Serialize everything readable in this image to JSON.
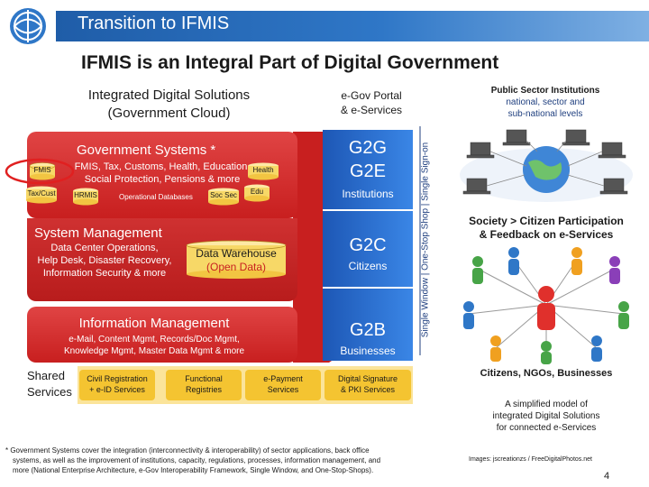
{
  "header": {
    "title": "Transition to IFMIS"
  },
  "main_title": "IFMIS is an Integral Part of Digital Government",
  "left_panel": {
    "title_line1": "Integrated Digital Solutions",
    "title_line2": "(Government Cloud)",
    "government_systems": {
      "title": "Government Systems *",
      "desc_line1": "FMIS, Tax, Customs, Health, Education,",
      "desc_line2": "Social Protection, Pensions & more",
      "db_fmis": "FMIS",
      "db_taxcust": "Tax/Cust",
      "db_hrmis": "HRMIS",
      "operational_databases": "Operational Databases",
      "db_socsec": "Soc Sec",
      "db_health": "Health",
      "db_edu": "Edu"
    },
    "system_management": {
      "title": "System Management",
      "line1": "Data Center Operations,",
      "line2": "Help Desk, Disaster Recovery,",
      "line3": "Information Security & more"
    },
    "data_warehouse": {
      "line1": "Data Warehouse",
      "line2": "(Open Data)"
    },
    "information_management": {
      "title": "Information Management",
      "line1": "e-Mail, Content Mgmt, Records/Doc Mgmt,",
      "line2": "Knowledge Mgmt, Master Data Mgmt & more"
    },
    "shared_services": {
      "label_line1": "Shared",
      "label_line2": "Services",
      "items": [
        {
          "line1": "Civil Registration",
          "line2": "+ e-ID Services"
        },
        {
          "line1": "Functional",
          "line2": "Registries"
        },
        {
          "line1": "e-Payment",
          "line2": "Services"
        },
        {
          "line1": "Digital Signature",
          "line2": "& PKI Services"
        }
      ]
    }
  },
  "egov_portal": {
    "title_line1": "e-Gov Portal",
    "title_line2": "& e-Services",
    "g2g": "G2G",
    "g2e": "G2E",
    "institutions": "Institutions",
    "g2c": "G2C",
    "citizens": "Citizens",
    "g2b": "G2B",
    "businesses": "Businesses",
    "vertical_label": "Single Window | One-Stop Shop | Single Sign-on"
  },
  "right_panel": {
    "public_sector_title": "Public Sector Institutions",
    "public_sector_sub_line1": "national, sector and",
    "public_sector_sub_line2": "sub-national levels",
    "society_line1": "Society > Citizen Participation",
    "society_line2": "& Feedback on e-Services",
    "people_caption": "Citizens, NGOs, Businesses",
    "model_caption_line1": "A simplified model of",
    "model_caption_line2": "integrated Digital Solutions",
    "model_caption_line3": "for connected e-Services",
    "images_credit": "Images: jscreationzs / FreeDigitalPhotos.net",
    "page_number": "4"
  },
  "footnote": {
    "line1": "* Government Systems cover the integration (interconnectivity & interoperability) of sector applications, back office",
    "line2": "systems, as well as the improvement of institutions, capacity, regulations, processes, information management, and",
    "line3": "more (National Enterprise Architecture, e-Gov Interoperability Framework, Single Window, and One-Stop-Shops)."
  },
  "colors": {
    "header_blue": "#1f5da8",
    "block_red": "#c81f1f",
    "portal_blue": "#2a6fd0",
    "shared_yellow": "#f4c431",
    "warehouse_yellow": "#f7d867",
    "highlight_circle": "#e02020"
  }
}
